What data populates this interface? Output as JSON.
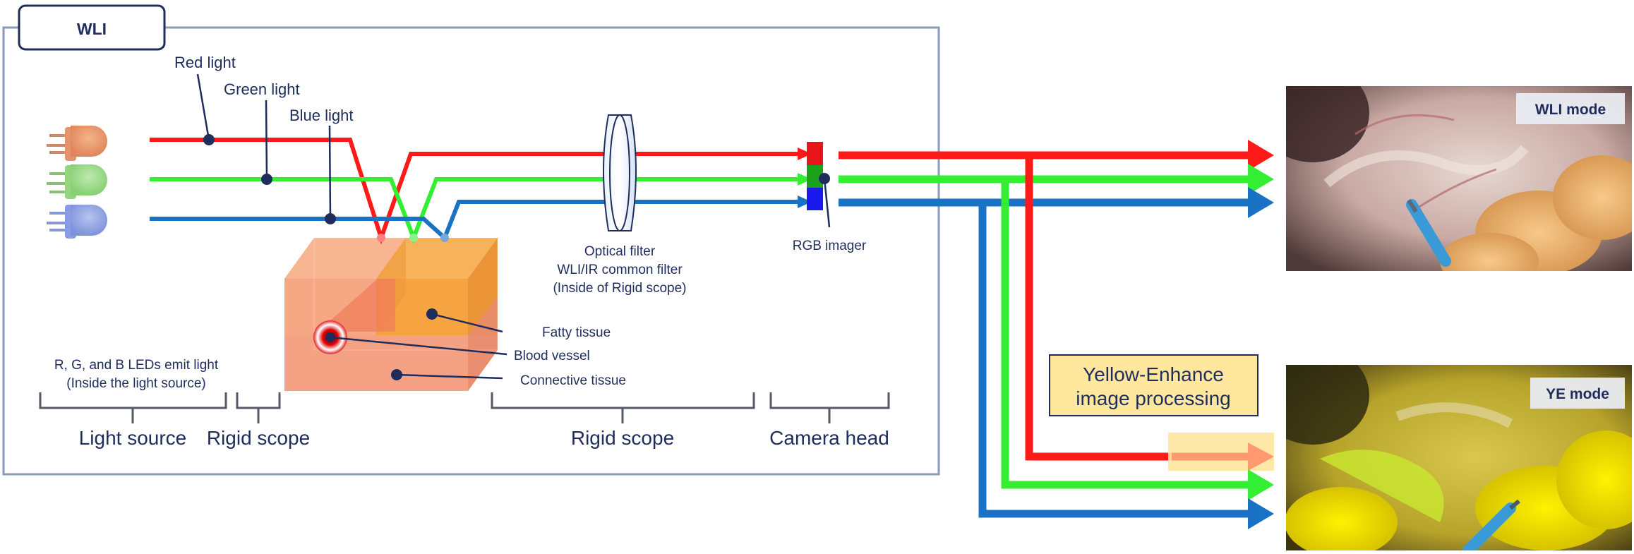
{
  "badge": {
    "label": "WLI"
  },
  "light_labels": {
    "red": "Red light",
    "green": "Green light",
    "blue": "Blue light"
  },
  "optical_filter": {
    "line1": "Optical filter",
    "line2": "WLI/IR common filter",
    "line3": "(Inside of Rigid scope)"
  },
  "rgb_imager": "RGB imager",
  "tissue": {
    "fatty": "Fatty tissue",
    "vessel": "Blood vessel",
    "connective": "Connective tissue"
  },
  "led_note": {
    "line1": "R, G, and B LEDs emit light",
    "line2": "(Inside the light source)"
  },
  "sections": {
    "light_source": "Light source",
    "rigid_scope_left": "Rigid scope",
    "rigid_scope_right": "Rigid scope",
    "camera_head": "Camera head"
  },
  "processing": {
    "line1": "Yellow-Enhance",
    "line2": "image processing"
  },
  "modes": {
    "wli": "WLI mode",
    "ye": "YE mode"
  },
  "colors": {
    "red": "#ff1a1a",
    "green": "#33ee33",
    "blue": "#1a72c4",
    "navy": "#1f2d5c",
    "frame": "#8a9bb5",
    "processing_fill": "#ffe79e"
  }
}
